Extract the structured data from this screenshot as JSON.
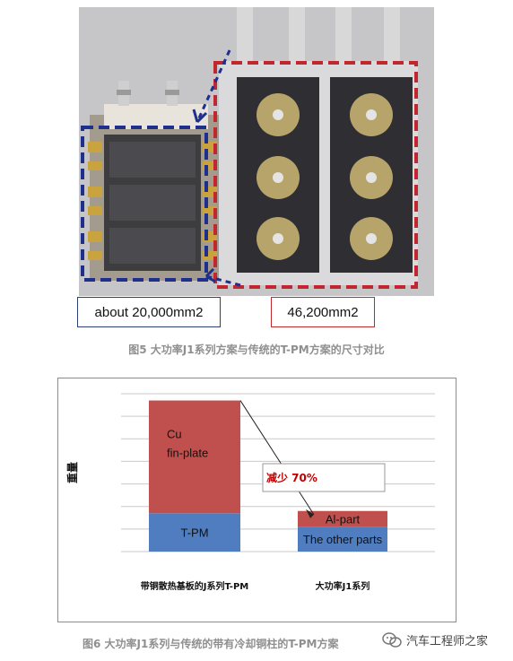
{
  "figure5": {
    "area_j1": "about 20,000mm2",
    "area_tpm": "46,200mm2",
    "caption": "图5 大功率J1系列方案与传统的T-PM方案的尺寸对比"
  },
  "chart_data": {
    "type": "bar",
    "stacked": true,
    "categories": [
      "带铜散热基板的J系列T-PM",
      "大功率J1系列"
    ],
    "ylabel": "重量",
    "grid": true,
    "series": [
      {
        "name": "T-PM / The other parts",
        "color": "#4f7dbf",
        "values": [
          1.7,
          1.1
        ]
      },
      {
        "name": "Cu fin-plate / Al-part",
        "color": "#c0504d",
        "values": [
          5.0,
          0.7
        ]
      }
    ],
    "segment_labels": [
      [
        "T-PM",
        "Cu\nfin-plate"
      ],
      [
        "The other parts",
        "Al-part"
      ]
    ],
    "annotation": "减少 70%",
    "annotation_color": "#c00000"
  },
  "figure6": {
    "caption": "图6 大功率J1系列与传统的带有冷却铜柱的T-PM方案"
  },
  "watermark": {
    "text": "汽车工程师之家"
  }
}
